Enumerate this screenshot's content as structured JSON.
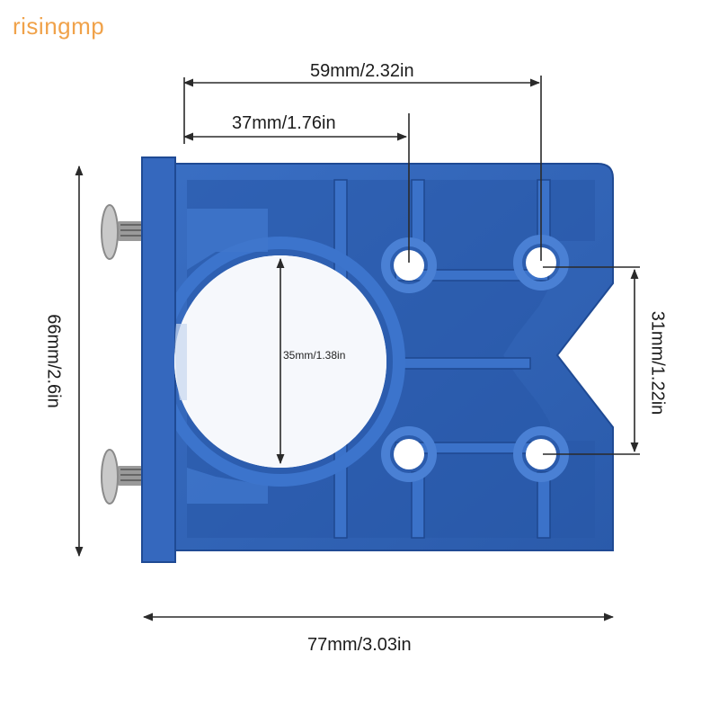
{
  "watermark": "risingmp",
  "dimensions": {
    "top_wide": "59mm/2.32in",
    "top_narrow": "37mm/1.76in",
    "left_height": "66mm/2.6in",
    "bore_diameter": "35mm/1.38in",
    "right_spacing": "31mm/1.22in",
    "bottom_width": "77mm/3.03in"
  },
  "colors": {
    "jig_blue": "#2f63b8",
    "jig_dark": "#1f4a94",
    "jig_light": "#4a7fd0",
    "line": "#2a2a2a",
    "watermark": "#f0a24a"
  }
}
